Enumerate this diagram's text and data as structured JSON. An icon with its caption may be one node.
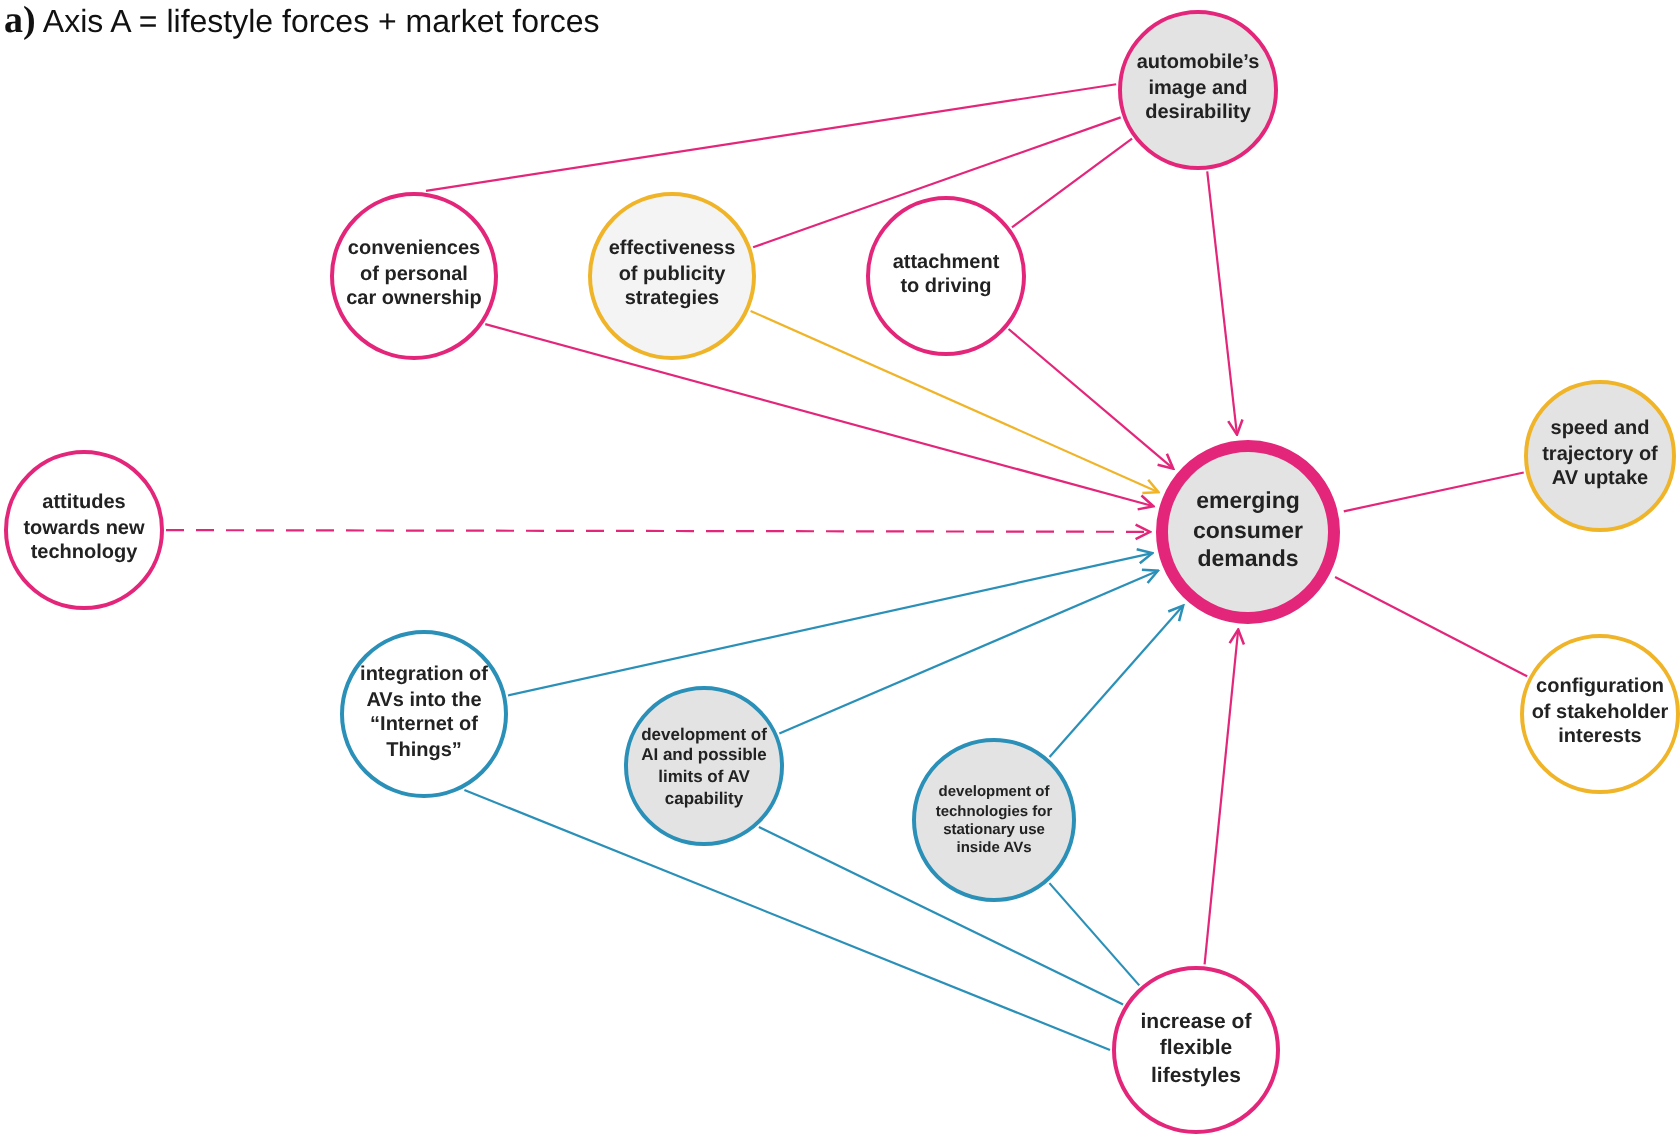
{
  "diagram": {
    "title": "**a)** Axis A = lifestyle forces + market forces",
    "nodes": [
      {
        "text": [
          "automobile’s image and desirability"
        ]
      },
      {
        "text": [
          "conveniences of personal car ownership"
        ]
      },
      {
        "text": [
          "effectiveness of publicity strategies"
        ]
      },
      {
        "text": [
          "attachment to driving"
        ]
      },
      {
        "text": [
          "attitudes towards new technology"
        ]
      },
      {
        "text": [
          "emerging consumer demands"
        ]
      },
      {
        "text": [
          "speed and trajectory of AV uptake"
        ]
      },
      {
        "text": [
          "configuration of stakeholder interests"
        ]
      },
      {
        "text": [
          "integration of AVs into the “Internet of Things”"
        ]
      },
      {
        "text": [
          "development of AI and possible limits of AV capability"
        ]
      },
      {
        "text": [
          "development of technologies for stationary use inside AVs"
        ]
      },
      {
        "text": [
          "increase of flexible lifestyles"
        ]
      }
    ],
    "edges": [
      {
        "from": 1,
        "to": 0,
        "arrow": "none"
      },
      {
        "from": 2,
        "to": 0,
        "arrow": "none"
      },
      {
        "from": 3,
        "to": 0,
        "arrow": "none"
      },
      {
        "from": 0,
        "to": 5,
        "arrow": "to"
      },
      {
        "from": 1,
        "to": 5,
        "arrow": "to"
      },
      {
        "from": 2,
        "to": 5,
        "arrow": "to",
        "color": "#f0b429"
      },
      {
        "from": 3,
        "to": 5,
        "arrow": "to"
      },
      {
        "from": 4,
        "to": 5,
        "arrow": "to",
        "style": "dashed"
      },
      {
        "from": 8,
        "to": 5,
        "arrow": "to",
        "color": "#2a90b8"
      },
      {
        "from": 9,
        "to": 5,
        "arrow": "to",
        "color": "#2a90b8"
      },
      {
        "from": 10,
        "to": 5,
        "arrow": "to",
        "color": "#2a90b8"
      },
      {
        "from": 11,
        "to": 5,
        "arrow": "to"
      },
      {
        "from": 5,
        "to": 6,
        "arrow": "none"
      },
      {
        "from": 5,
        "to": 7,
        "arrow": "none"
      },
      {
        "from": 8,
        "to": 11,
        "arrow": "none",
        "color": "#2a90b8"
      },
      {
        "from": 9,
        "to": 11,
        "arrow": "none",
        "color": "#2a90b8"
      },
      {
        "from": 10,
        "to": 11,
        "arrow": "none",
        "color": "#2a90b8"
      }
    ]
  }
}
